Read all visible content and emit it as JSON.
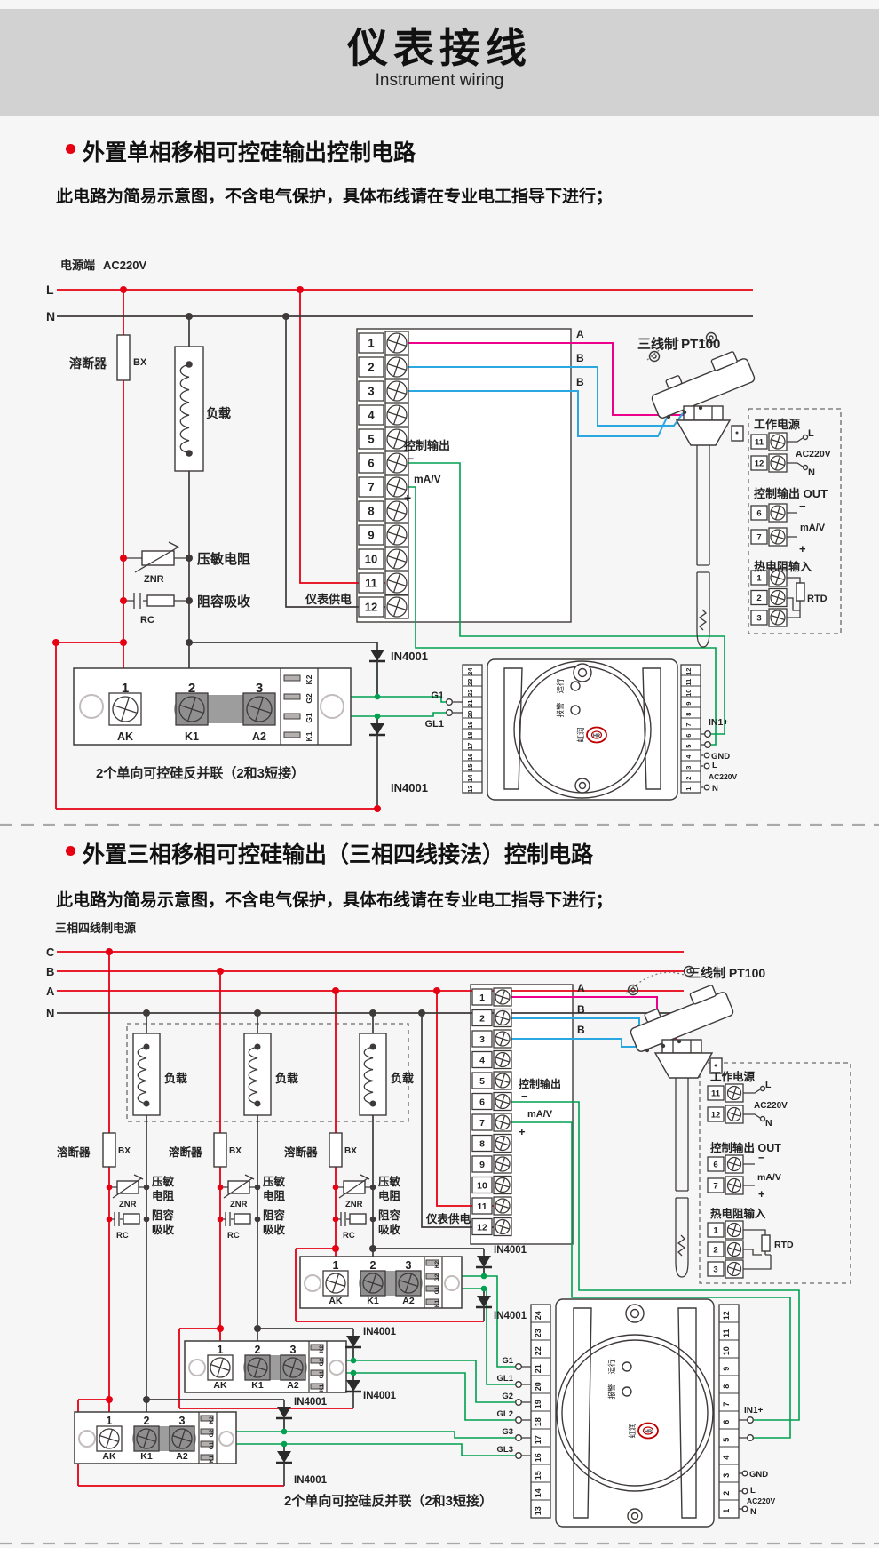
{
  "colors": {
    "accent_red": "#e60012",
    "wire_green": "#00a050",
    "wire_blue": "#2aa7e0",
    "wire_magenta": "#ec008c",
    "banner_bg": "#d2d2d2"
  },
  "header": {
    "title": "仪表接线",
    "subtitle": "Instrument wiring"
  },
  "shared": {
    "note": "此电路为简易示意图，不含电气保护，具体布线请在专业电工指导下进行；",
    "diode": "IN4001",
    "caption": "2个单向可控硅反并联（2和3短接）",
    "fuse": "溶断器",
    "fuse_code": "BX",
    "load": "负载",
    "meter_power": "仪表供电",
    "pt100": "三线制 PT100",
    "znr": "ZNR",
    "rc": "RC",
    "ctrl": "控制输出",
    "unit": "mA/V",
    "minus": "−",
    "plus": "+"
  },
  "section1": {
    "title": "外置单相移相可控硅输出控制电路",
    "power": "电源端",
    "voltage": "AC220V",
    "line_l": "L",
    "line_n": "N",
    "varistor": "压敏电阻",
    "rc_label": "阻容吸收",
    "wire_a": "A",
    "wire_b1": "B",
    "wire_b2": "B",
    "gates": [
      "G1",
      "GL1"
    ],
    "terminals": [
      "1",
      "2",
      "3",
      "4",
      "5",
      "6",
      "7",
      "8",
      "9",
      "10",
      "11",
      "12"
    ]
  },
  "section2": {
    "title": "外置三相移相可控硅输出（三相四线接法）控制电路",
    "power": "三相四线制电源",
    "line_c": "C",
    "line_b": "B",
    "line_a": "A",
    "line_n": "N",
    "varistor_l1": "压敏",
    "varistor_l2": "电阻",
    "rc_l1": "阻容",
    "rc_l2": "吸收",
    "wire_a": "A",
    "wire_b1": "B",
    "wire_b2": "B",
    "gates": [
      "G1",
      "GL1",
      "G2",
      "GL2",
      "G3",
      "GL3"
    ],
    "terminals": [
      "1",
      "2",
      "3",
      "4",
      "5",
      "6",
      "7",
      "8",
      "9",
      "10",
      "11",
      "12"
    ]
  },
  "panel": {
    "work_power": "工作电源",
    "power_rows": [
      "11",
      "12"
    ],
    "l": "L",
    "ac": "AC220V",
    "n": "N",
    "ctrl_out": "控制输出 OUT",
    "ctrl_rows": [
      "6",
      "7"
    ],
    "rtd_in": "热电阻输入",
    "rtd_rows": [
      "1",
      "2",
      "3"
    ],
    "rtd": "RTD"
  },
  "module": {
    "terminals": [
      "1",
      "2",
      "3"
    ],
    "labels": [
      "AK",
      "K1",
      "A2"
    ],
    "strip": [
      "K2",
      "G2",
      "G1",
      "K1"
    ]
  },
  "device": {
    "left": [
      "24",
      "23",
      "22",
      "21",
      "20",
      "19",
      "18",
      "17",
      "16",
      "15",
      "14",
      "13"
    ],
    "right": [
      "12",
      "11",
      "10",
      "9",
      "8",
      "7",
      "6",
      "5",
      "4",
      "3",
      "2",
      "1"
    ],
    "run": "运行",
    "alarm": "报警",
    "brand": "虹润",
    "brand_mark": "HR",
    "in1": "IN1+",
    "gnd": "GND",
    "l": "L",
    "ac": "AC220V",
    "n": "N"
  }
}
